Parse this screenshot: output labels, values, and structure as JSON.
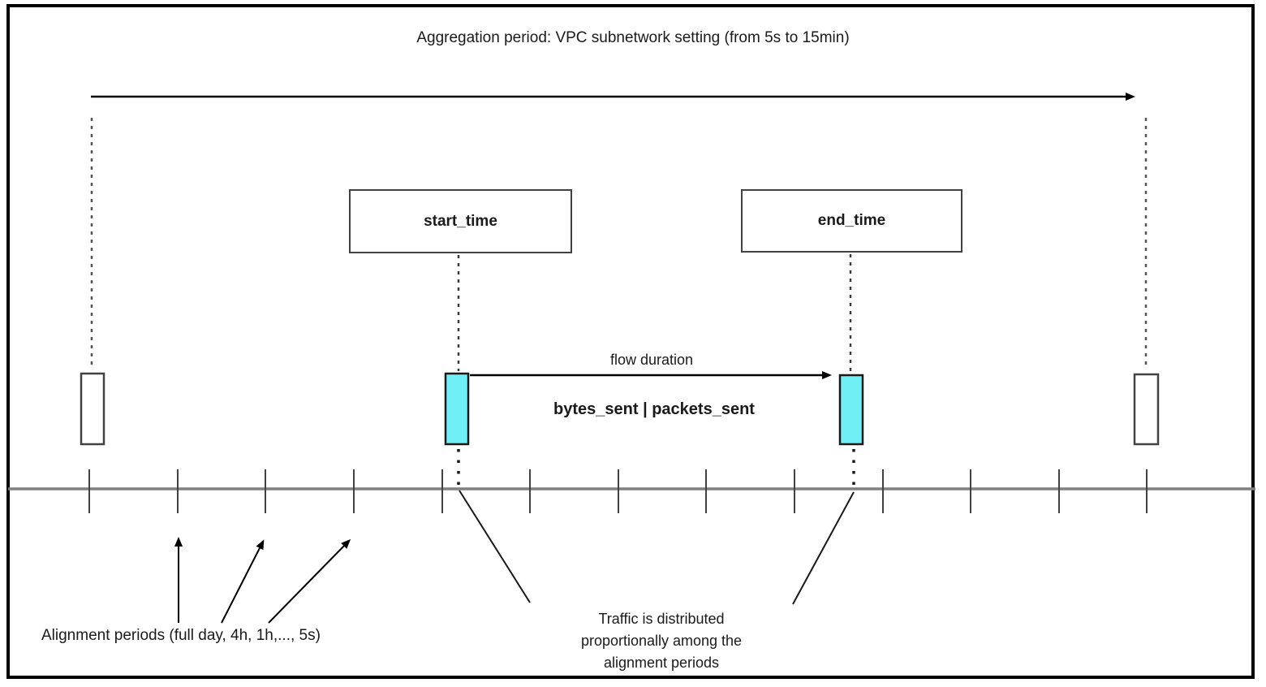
{
  "title": "Aggregation period: VPC subnetwork setting (from 5s to 15min)",
  "boxes": {
    "start_time_label": "start_time",
    "end_time_label": "end_time"
  },
  "flow": {
    "duration_label": "flow duration",
    "metrics_label": "bytes_sent | packets_sent"
  },
  "annotations": {
    "alignment_periods_label": "Alignment periods (full day, 4h, 1h,..., 5s)",
    "traffic_lines": {
      "0": "Traffic is distributed",
      "1": "proportionally among the",
      "2": "alignment periods"
    }
  },
  "colors": {
    "frame_border": "#000000",
    "arrow_line": "#000000",
    "dashed_line": "#575757",
    "timeline_line": "#808080",
    "tick_line": "#424242",
    "box_border": "#424242",
    "flow_bar_fill": "#70f0f5",
    "flow_bar_border": "#1a1a1a",
    "edge_bar_fill": "#ffffff",
    "edge_bar_border": "#424242",
    "text": "#1a1a1a"
  }
}
